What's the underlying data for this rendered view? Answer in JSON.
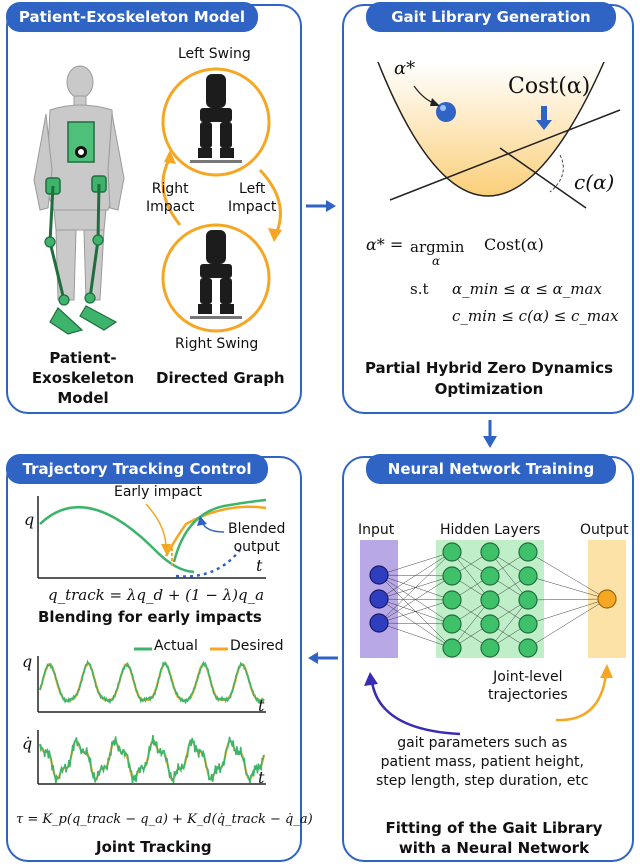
{
  "panels": {
    "model": {
      "title": "Patient-Exoskeleton Model",
      "left_swing": "Left Swing",
      "right_impact": "Right\nImpact",
      "left_impact": "Left\nImpact",
      "right_swing": "Right Swing",
      "caption_model": "Patient-\nExoskeleton\nModel",
      "caption_graph": "Directed Graph"
    },
    "gait_library": {
      "title": "Gait Library Generation",
      "alpha_star": "α*",
      "cost": "Cost(α)",
      "constraint": "c(α)",
      "eq1_lhs": "α* =",
      "eq1_op": "argmin",
      "eq1_sub": "α",
      "eq1_rhs": "Cost(α)",
      "eq2_st": "s.t",
      "eq2": "α_min ≤ α ≤ α_max",
      "eq3": "c_min ≤ c(α) ≤ c_max",
      "caption": "Partial Hybrid Zero Dynamics\nOptimization"
    },
    "nn": {
      "title": "Neural Network Training",
      "input": "Input",
      "hidden": "Hidden Layers",
      "output": "Output",
      "joint_level": "Joint-level\ntrajectories",
      "params": "gait parameters such as\npatient mass, patient height,\nstep length, step duration, etc",
      "caption": "Fitting of the Gait Library\nwith a Neural Network"
    },
    "tracking": {
      "title": "Trajectory Tracking Control",
      "early_impact": "Early impact",
      "blended": "Blended\noutput",
      "q": "q",
      "t": "t",
      "qdot": "q̇",
      "blend_eq": "q_track = λq_d + (1 − λ)q_a",
      "blend_caption": "Blending for early impacts",
      "legend_actual": "Actual",
      "legend_desired": "Desired",
      "tau_eq": "τ = K_p(q_track − q_a) + K_d(q̇_track − q̇_a)",
      "caption": "Joint Tracking"
    }
  },
  "colors": {
    "border": "#2f63c4",
    "green": "#3db36b",
    "orange": "#f5a623",
    "blue_dot": "#2f63c4",
    "input_fill": "#b9a8e6",
    "hidden_fill": "#bfeec9",
    "output_fill": "#fde2a8",
    "cost_fill": "#fbcf7a"
  }
}
